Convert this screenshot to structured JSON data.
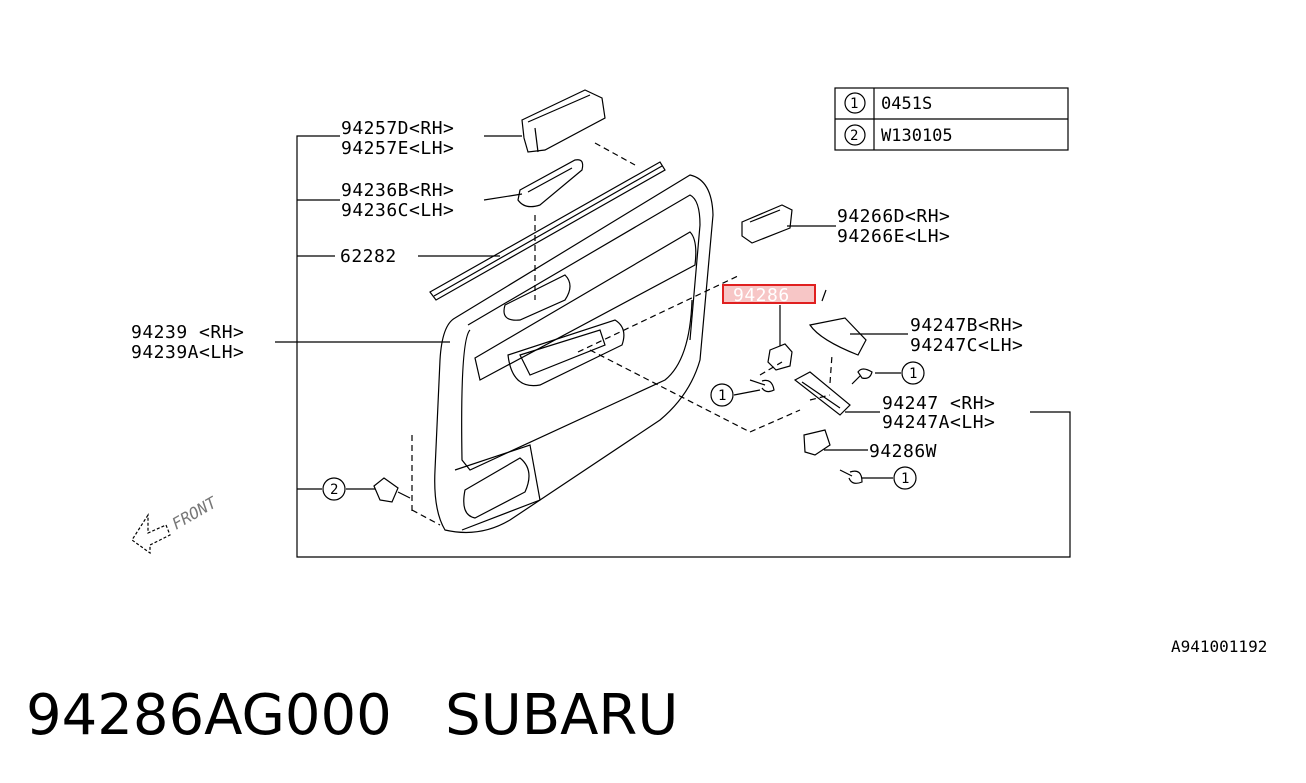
{
  "legend": [
    {
      "num": "1",
      "code": "0451S"
    },
    {
      "num": "2",
      "code": "W130105"
    }
  ],
  "callouts": {
    "bracket_94257": [
      "94257D<RH>",
      "94257E<LH>"
    ],
    "bracket_94236": [
      "94236B<RH>",
      "94236C<LH>"
    ],
    "seal": "62282",
    "panel": [
      "94239 <RH>",
      "94239A<LH>"
    ],
    "handle_trim": [
      "94266D<RH>",
      "94266E<LH>"
    ],
    "highlighted": "94286",
    "switch_cover": [
      "94247B<RH>",
      "94247C<LH>"
    ],
    "switch_panel": [
      "94247 <RH>",
      "94247A<LH>"
    ],
    "clip": "94286W"
  },
  "screw_refs": [
    "1",
    "1",
    "1",
    "2"
  ],
  "front_label": "FRONT",
  "diagram_ref": "A941001192",
  "part_number": "94286AG000",
  "brand": "SUBARU",
  "colors": {
    "highlight_border": "#e02020",
    "highlight_fill": "#f7c6c6",
    "ink": "#000000"
  }
}
